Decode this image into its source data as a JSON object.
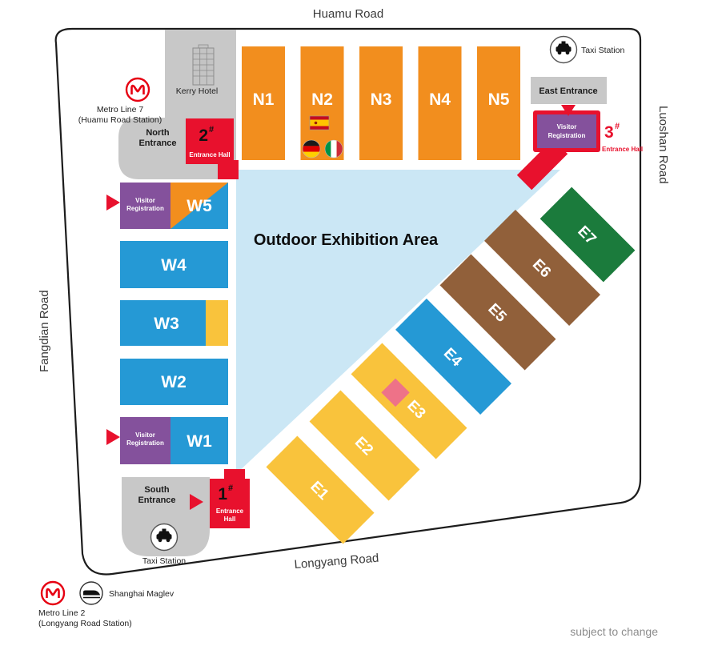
{
  "roads": {
    "top": "Huamu Road",
    "right": "Luoshan Road",
    "left": "Fangdian Road",
    "bottom": "Longyang Road"
  },
  "outdoor_area": "Outdoor Exhibition Area",
  "note": "subject to change",
  "halls": {
    "north": [
      "N1",
      "N2",
      "N3",
      "N4",
      "N5"
    ],
    "west": [
      "W5",
      "W4",
      "W3",
      "W2",
      "W1"
    ],
    "east": [
      "E1",
      "E2",
      "E3",
      "E4",
      "E5",
      "E6",
      "E7"
    ]
  },
  "entrances": {
    "north": {
      "line1": "North",
      "line2": "Entrance"
    },
    "east": {
      "label": "East Entrance"
    },
    "south": {
      "line1": "South",
      "line2": "Entrance"
    }
  },
  "entrance_halls": {
    "h1": {
      "num": "1",
      "hash": "#",
      "line1": "Entrance",
      "line2": "Hall"
    },
    "h2": {
      "num": "2",
      "hash": "#",
      "label": "Entrance Hall"
    },
    "h3": {
      "num": "3",
      "hash": "#",
      "label": "Entrance Hall"
    }
  },
  "visitor_registration": {
    "line1": "Visitor",
    "line2": "Registration"
  },
  "landmarks": {
    "kerry_hotel": "Kerry Hotel",
    "taxi_station": "Taxi Station",
    "metro_line_7": {
      "line1": "Metro Line 7",
      "line2": "(Huamu Road Station)"
    },
    "metro_line_2": {
      "line1": "Metro Line 2",
      "line2": "(Longyang Road Station)"
    },
    "maglev": "Shanghai Maglev"
  },
  "flags": [
    "spain-flag",
    "germany-flag",
    "italy-flag"
  ],
  "colors": {
    "hall_orange": "#F28E1E",
    "hall_blue": "#2599D5",
    "hall_yellow": "#F9C33C",
    "hall_brown": "#91603A",
    "hall_green": "#1B7B3C",
    "registration_purple": "#84519C",
    "entrance_red": "#E8112D",
    "outdoor_lightblue": "#CBE7F5",
    "area_gray": "#C8C8C8",
    "highlight_pink": "#EE7288",
    "metro_red": "#E60012"
  }
}
